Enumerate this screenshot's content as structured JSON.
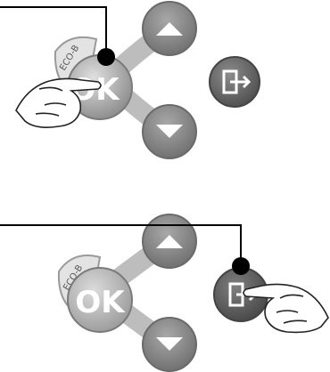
{
  "colors": {
    "button_grey": "#9a9a9a",
    "button_light": "#d6d6d6",
    "exit_button": "#6b6b6b",
    "callout_line": "#000000"
  },
  "panels": [
    {
      "ok_label": "OK",
      "eco_label": "ECO-B",
      "exit_icon": "exit-arrow-icon",
      "pressed": "ok"
    },
    {
      "ok_label": "OK",
      "eco_label": "ECO-B",
      "exit_icon": "exit-arrow-icon",
      "pressed": "exit"
    }
  ]
}
